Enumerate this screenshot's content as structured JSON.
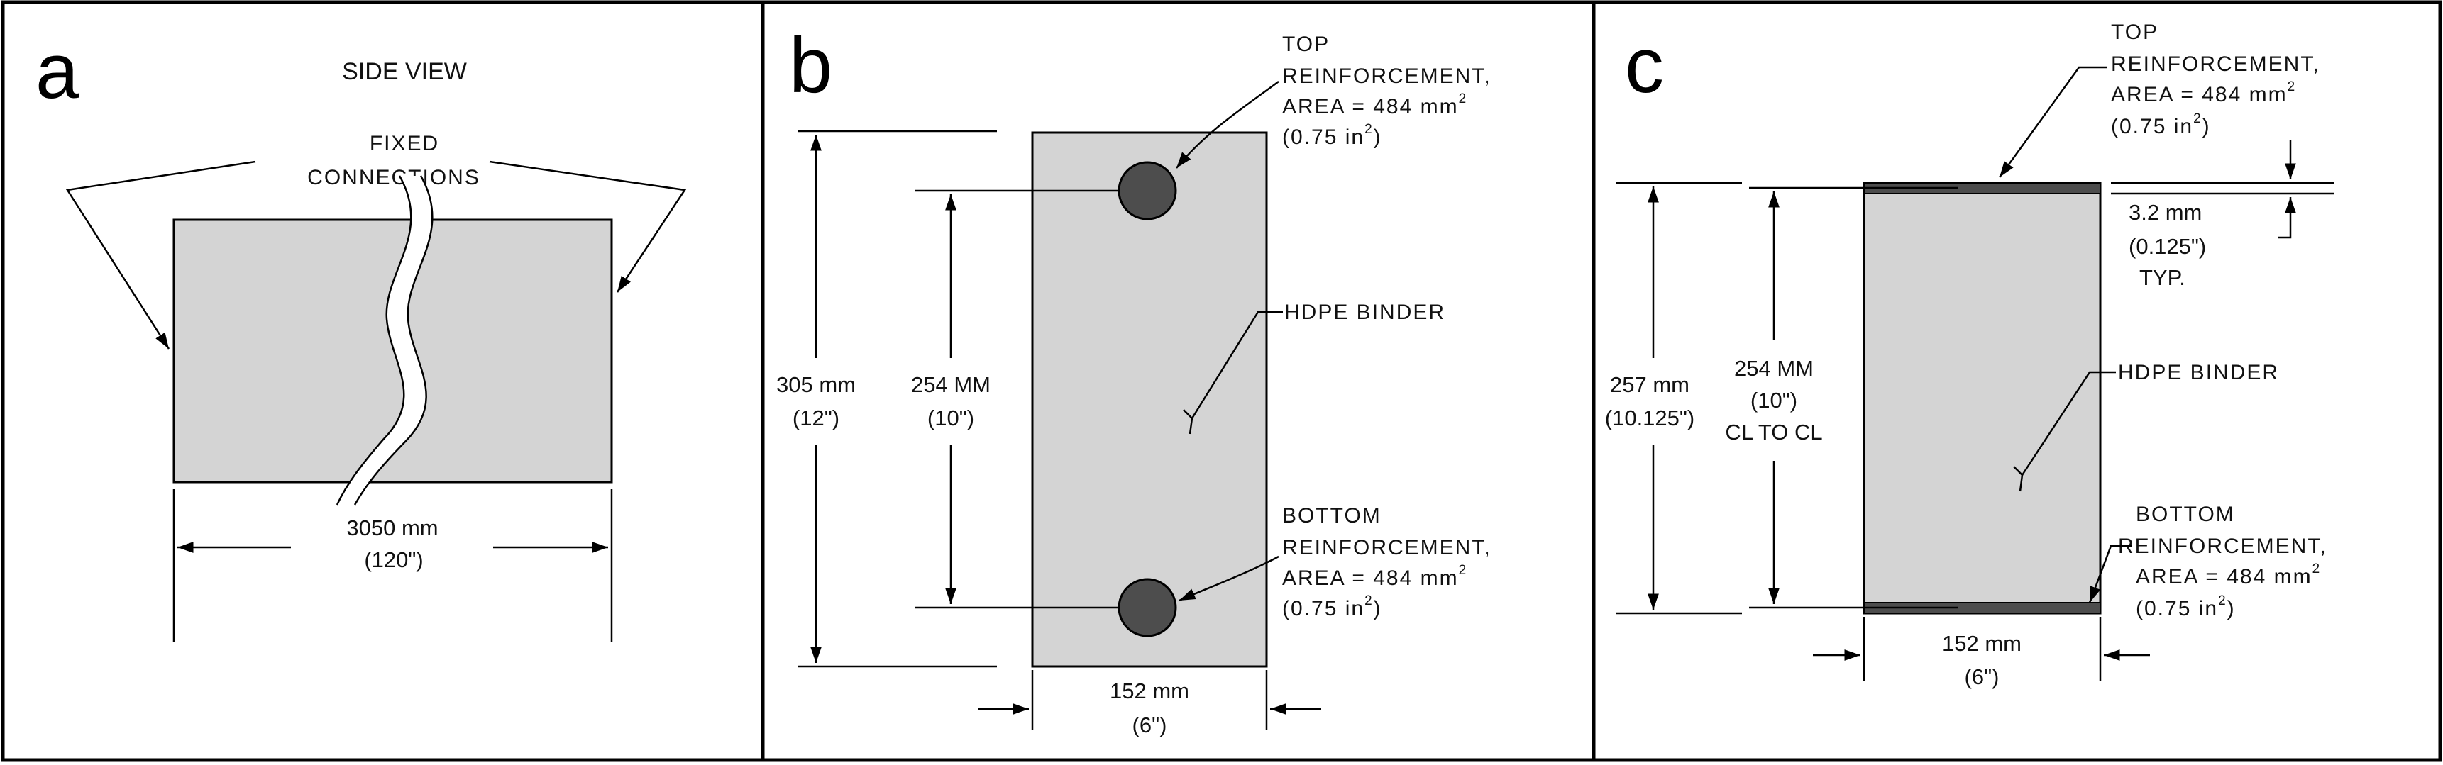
{
  "colors": {
    "binder_fill": "#d4d4d4",
    "reinforcement_fill": "#4d4d4d",
    "line": "#000000",
    "background": "#ffffff"
  },
  "panel_a": {
    "letter": "a",
    "title": "SIDE VIEW",
    "fixed_label_line1": "FIXED",
    "fixed_label_line2": "CONNECTIONS",
    "length_line1": "3050 mm",
    "length_line2": "(120\")"
  },
  "panel_b": {
    "letter": "b",
    "top_label_line1": "TOP",
    "top_label_line2": "REINFORCEMENT,",
    "top_label_area": "AREA = 484 mm",
    "top_label_area_sup": "2",
    "top_label_in": "(0.75 in",
    "top_label_in_sup": "2",
    "top_label_in_end": ")",
    "binder_label": "HDPE BINDER",
    "height_line1": "305 mm",
    "height_line2": "(12\")",
    "spacing_line1": "254 MM",
    "spacing_line2": "(10\")",
    "bottom_label_line1": "BOTTOM",
    "bottom_label_line2": "REINFORCEMENT,",
    "bottom_label_area": "AREA = 484 mm",
    "bottom_label_area_sup": "2",
    "bottom_label_in": "(0.75 in",
    "bottom_label_in_sup": "2",
    "bottom_label_in_end": ")",
    "width_line1": "152 mm",
    "width_line2": "(6\")"
  },
  "panel_c": {
    "letter": "c",
    "top_label_line1": "TOP",
    "top_label_line2": "REINFORCEMENT,",
    "top_label_area": "AREA = 484 mm",
    "top_label_area_sup": "2",
    "top_label_in": "(0.75 in",
    "top_label_in_sup": "2",
    "top_label_in_end": ")",
    "thickness_line1": "3.2 mm",
    "thickness_line2": "(0.125\")",
    "thickness_line3": "TYP.",
    "binder_label": "HDPE BINDER",
    "height_line1": "257 mm",
    "height_line2": "(10.125\")",
    "spacing_line1": "254 MM",
    "spacing_line2": "(10\")",
    "spacing_line3": "CL TO CL",
    "bottom_label_line1": "BOTTOM",
    "bottom_label_line2": "REINFORCEMENT,",
    "bottom_label_area": "AREA = 484 mm",
    "bottom_label_area_sup": "2",
    "bottom_label_in": "(0.75 in",
    "bottom_label_in_sup": "2",
    "bottom_label_in_end": ")",
    "width_line1": "152 mm",
    "width_line2": "(6\")"
  }
}
